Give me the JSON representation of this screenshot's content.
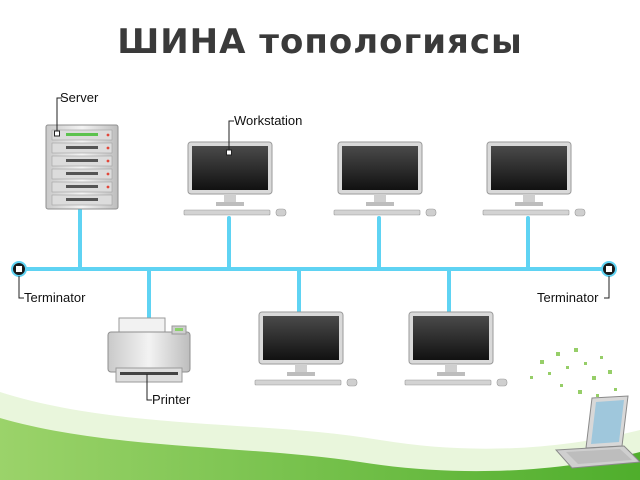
{
  "title": "ШИНА топологиясы",
  "labels": {
    "server": "Server",
    "workstation": "Workstation",
    "terminator_left": "Terminator",
    "terminator_right": "Terminator",
    "printer": "Printer"
  },
  "colors": {
    "bus": "#5fd3f3",
    "title": "#3a3a3a",
    "wave": "#7cc243"
  }
}
